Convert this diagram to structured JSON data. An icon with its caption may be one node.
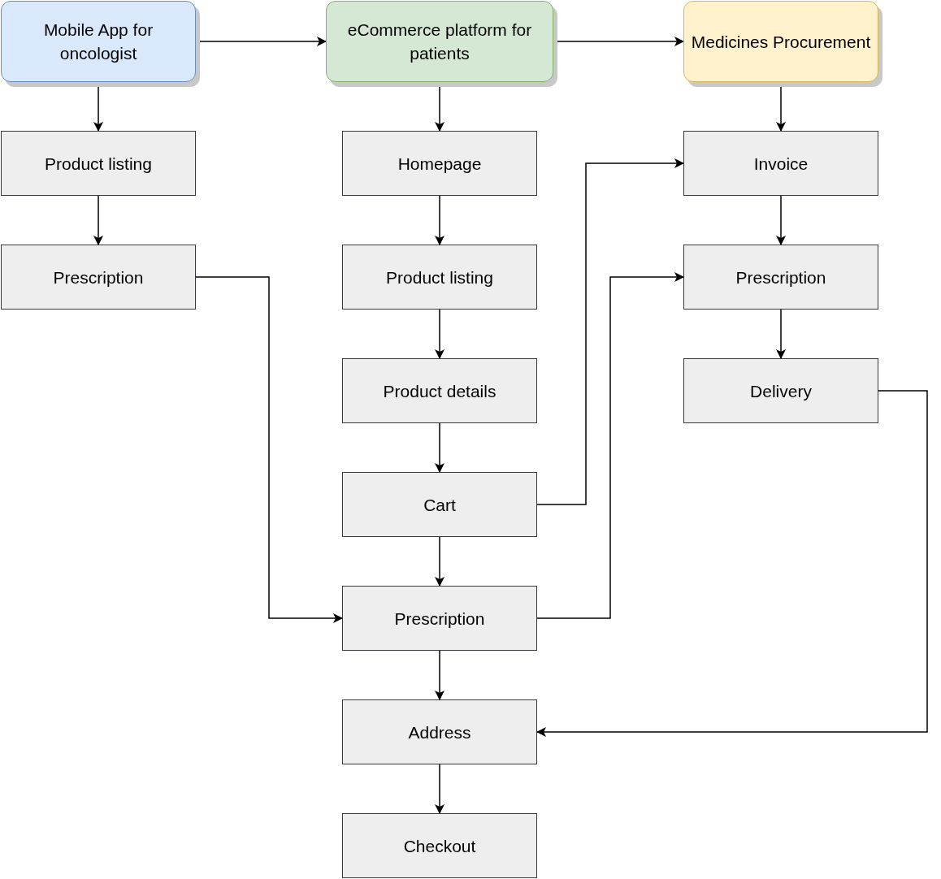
{
  "diagram": {
    "nodes": [
      {
        "text": [
          "Mobile App for oncologist"
        ]
      },
      {
        "text": [
          "eCommerce platform for patients"
        ]
      },
      {
        "text": [
          "Medicines Procurement"
        ]
      },
      {
        "text": [
          "Product listing"
        ]
      },
      {
        "text": [
          "Prescription"
        ]
      },
      {
        "text": [
          "Homepage"
        ]
      },
      {
        "text": [
          "Product listing"
        ]
      },
      {
        "text": [
          "Product details"
        ]
      },
      {
        "text": [
          "Cart"
        ]
      },
      {
        "text": [
          "Prescription"
        ]
      },
      {
        "text": [
          "Address"
        ]
      },
      {
        "text": [
          "Checkout"
        ]
      },
      {
        "text": [
          "Invoice"
        ]
      },
      {
        "text": [
          "Prescription"
        ]
      },
      {
        "text": [
          "Delivery"
        ]
      }
    ],
    "edges": [
      {
        "from": 0,
        "to": 1,
        "arrow": "to"
      },
      {
        "from": 1,
        "to": 2,
        "arrow": "to"
      },
      {
        "from": 0,
        "to": 3,
        "arrow": "to"
      },
      {
        "from": 3,
        "to": 4,
        "arrow": "to"
      },
      {
        "from": 1,
        "to": 5,
        "arrow": "to"
      },
      {
        "from": 5,
        "to": 6,
        "arrow": "to"
      },
      {
        "from": 6,
        "to": 7,
        "arrow": "to"
      },
      {
        "from": 7,
        "to": 8,
        "arrow": "to"
      },
      {
        "from": 8,
        "to": 9,
        "arrow": "to"
      },
      {
        "from": 9,
        "to": 10,
        "arrow": "to"
      },
      {
        "from": 10,
        "to": 11,
        "arrow": "to"
      },
      {
        "from": 2,
        "to": 12,
        "arrow": "to"
      },
      {
        "from": 12,
        "to": 13,
        "arrow": "to"
      },
      {
        "from": 13,
        "to": 14,
        "arrow": "to"
      },
      {
        "from": 4,
        "to": 9,
        "arrow": "to"
      },
      {
        "from": 8,
        "to": 12,
        "arrow": "to"
      },
      {
        "from": 9,
        "to": 13,
        "arrow": "to"
      },
      {
        "from": 14,
        "to": 10,
        "arrow": "to"
      }
    ]
  }
}
